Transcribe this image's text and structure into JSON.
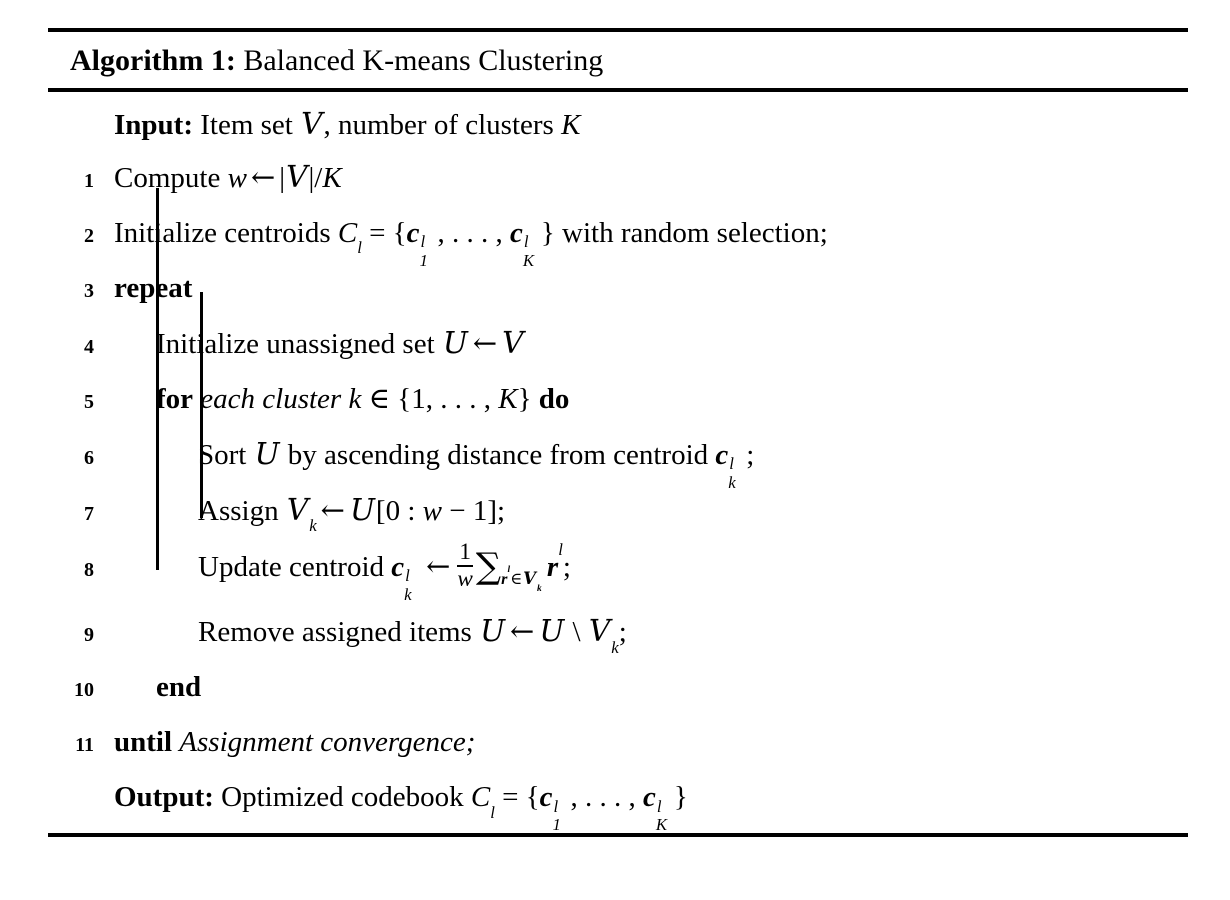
{
  "document": {
    "kind": "algorithm-float",
    "caption": {
      "label": "Algorithm 1:",
      "title": "Balanced K-means Clustering"
    },
    "io": {
      "input_label": "Input:",
      "input_text_a": "Item set ",
      "input_var_set": "V",
      "input_text_b": ", number of clusters ",
      "input_var_k": "K",
      "output_label": "Output:",
      "output_text": "Optimized codebook ",
      "output_codebook": "C",
      "output_codebook_sub": "l",
      "output_eq": " = {",
      "output_c": "c",
      "output_c_sup": "l",
      "output_c_sub1": "1",
      "output_dots": ", . . . , ",
      "output_c2": "c",
      "output_c2_sup": "l",
      "output_c2_subK": "K",
      "output_close": "}"
    },
    "lines": [
      {
        "no": "1",
        "indent": 0,
        "tokens": "Compute w ← |V|/K",
        "text_a": "Compute ",
        "var_w": "w",
        "arrow": "←",
        "bar_open": "|",
        "set_v": "V",
        "bar_close": "|/",
        "var_k": "K"
      },
      {
        "no": "2",
        "indent": 0,
        "text_a": "Initialize centroids ",
        "c_big": "C",
        "c_big_sub": "l",
        "eq": " = {",
        "c1": "c",
        "c1_sup": "l",
        "c1_sub": "1",
        "dots": ", . . . , ",
        "c2": "c",
        "c2_sup": "l",
        "c2_sub": "K",
        "close": "} with random selection;"
      },
      {
        "no": "3",
        "indent": 0,
        "keyword": "repeat"
      },
      {
        "no": "4",
        "indent": 1,
        "text_a": "Initialize unassigned set ",
        "set_u": "U",
        "arrow": "←",
        "set_v": "V"
      },
      {
        "no": "5",
        "indent": 1,
        "keyword_for": "for",
        "italic_text": "each cluster ",
        "var_k_small": "k",
        "member": " ∈ {1, . . . , ",
        "var_K": "K",
        "brace": "} ",
        "keyword_do": "do"
      },
      {
        "no": "6",
        "indent": 2,
        "text_a": "Sort ",
        "set_u": "U",
        "text_b": " by ascending distance from centroid ",
        "c": "c",
        "c_sup": "l",
        "c_sub": "k",
        "semi": ";"
      },
      {
        "no": "7",
        "indent": 2,
        "text_a": "Assign ",
        "set_v": "V",
        "v_sub": "k",
        "arrow": "←",
        "set_u": "U",
        "slice": "[0 : ",
        "var_w": "w",
        "minus": " − 1];"
      },
      {
        "no": "8",
        "indent": 2,
        "text_a": "Update centroid ",
        "c": "c",
        "c_sup": "l",
        "c_sub": "k",
        "arrow": "←",
        "frac_num": "1",
        "frac_den": "w",
        "sum": "∑",
        "sum_sub_r": "r",
        "sum_sub_r_sup": "l",
        "sum_sub_in": "∈",
        "sum_sub_v": "V",
        "sum_sub_v_sub": "k",
        "term_r": "r",
        "term_r_sup": "l",
        "semi": ";"
      },
      {
        "no": "9",
        "indent": 2,
        "text_a": "Remove assigned items ",
        "set_u": "U",
        "arrow": "←",
        "set_u2": "U",
        "setminus": " \\ ",
        "set_v": "V",
        "v_sub": "k",
        "semi": ";"
      },
      {
        "no": "10",
        "indent": 1,
        "keyword": "end"
      },
      {
        "no": "11",
        "indent": 0,
        "keyword_until": "until",
        "italic_text": "Assignment convergence",
        "semi": ";"
      }
    ]
  },
  "style": {
    "ink": "#000000",
    "paper": "#ffffff"
  }
}
